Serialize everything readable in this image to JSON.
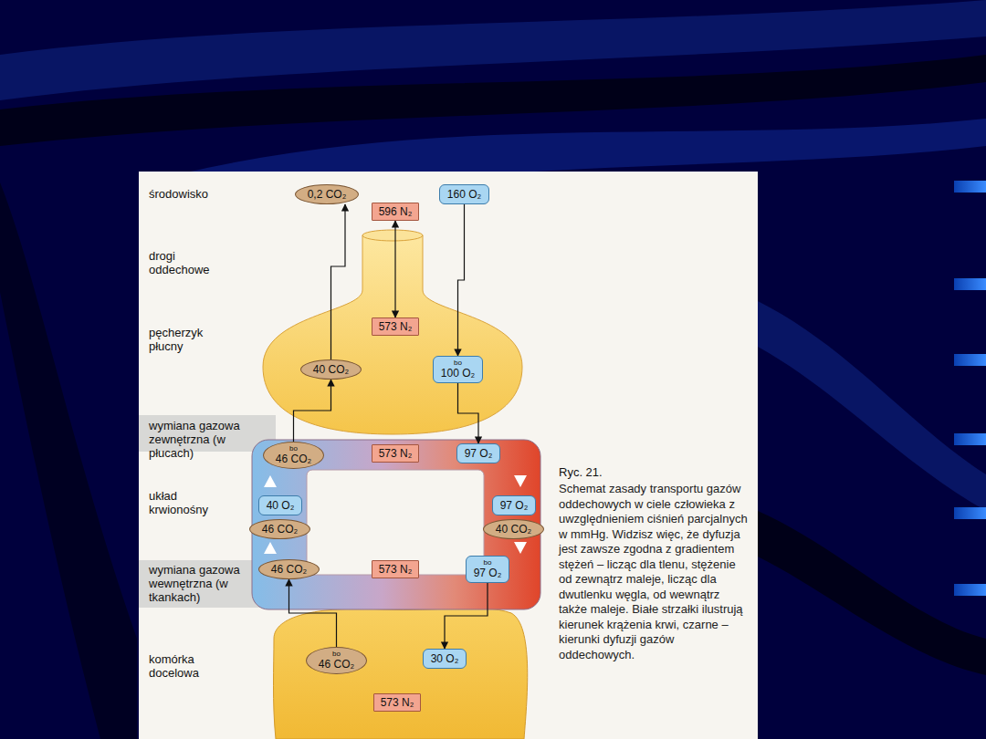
{
  "diagram": {
    "caption": "Schemat zasady transportu gazów oddechowych w ciele człowieka z uwzględnieniem ciśnień parcjalnych w mmHg. Widzisz więc, że dyfuzja jest zawsze zgodna z gradientem stężeń – licząc dla tlenu, stężenie od zewnątrz maleje, licząc dla dwutlenku węgla, od wewnątrz także maleje. Białe strzałki ilustrują kierunek krążenia krwi, czarne – kierunki dyfuzji gazów oddechowych.",
    "nodes": [
      {
        "text": [
          "0,2 CO₂"
        ]
      },
      {
        "text": [
          "160 O₂"
        ]
      },
      {
        "text": [
          "596 N₂"
        ]
      },
      {
        "text": [
          "573 N₂"
        ]
      },
      {
        "text": [
          "40 CO₂"
        ]
      },
      {
        "text": [
          "bo",
          "100 O₂"
        ]
      },
      {
        "text": [
          "bo",
          "46 CO₂"
        ]
      },
      {
        "text": [
          "573 N₂"
        ]
      },
      {
        "text": [
          "97 O₂"
        ]
      },
      {
        "text": [
          "40 O₂"
        ]
      },
      {
        "text": [
          "97 O₂"
        ]
      },
      {
        "text": [
          "46 CO₂"
        ]
      },
      {
        "text": [
          "40 CO₂"
        ]
      },
      {
        "text": [
          "46 CO₂"
        ]
      },
      {
        "text": [
          "573 N₂"
        ]
      },
      {
        "text": [
          "bo",
          "97 O₂"
        ]
      },
      {
        "text": [
          "bo",
          "46 CO₂"
        ]
      },
      {
        "text": [
          "30 O₂"
        ]
      },
      {
        "text": [
          "573 N₂"
        ]
      }
    ],
    "edges": [
      {
        "from": 4,
        "to": 0,
        "arrow": "to"
      },
      {
        "from": 1,
        "to": 5,
        "arrow": "to"
      },
      {
        "from": 2,
        "to": 3,
        "arrow": "both"
      },
      {
        "from": 6,
        "to": 4,
        "arrow": "to"
      },
      {
        "from": 5,
        "to": 8,
        "arrow": "to"
      },
      {
        "from": 15,
        "to": 17,
        "arrow": "to"
      },
      {
        "from": 16,
        "to": 13,
        "arrow": "to"
      }
    ],
    "labels": [
      "środowisko",
      "drogi oddechowe",
      "pęcherzyk płucny",
      "wymiana gazowa zewnętrzna (w płucach)",
      "układ krwionośny",
      "wymiana gazowa wewnętrzna (w tkankach)",
      "komórka docelowa",
      "Ryc. 21."
    ]
  }
}
